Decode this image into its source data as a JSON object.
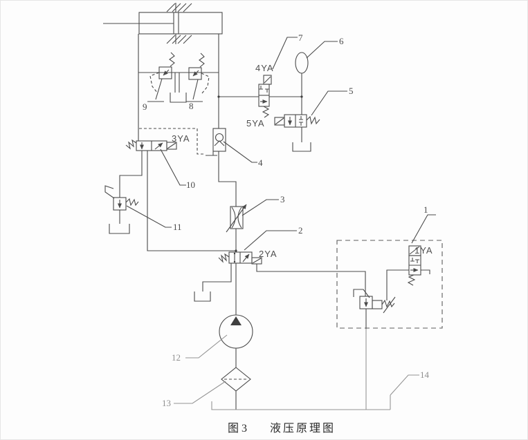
{
  "figure_caption": {
    "label": "图 3",
    "title": "液压原理图"
  },
  "callouts": {
    "numbers": [
      "1",
      "2",
      "3",
      "4",
      "5",
      "6",
      "7",
      "8",
      "9",
      "10",
      "11",
      "12",
      "13",
      "14"
    ],
    "solenoids": [
      "1YA",
      "2YA",
      "3YA",
      "4YA",
      "5YA"
    ]
  },
  "colors": {
    "line": "#4a4a4a",
    "line_light": "#949494",
    "label_text": "#4a4a4a",
    "background": "#fdfdfd"
  }
}
